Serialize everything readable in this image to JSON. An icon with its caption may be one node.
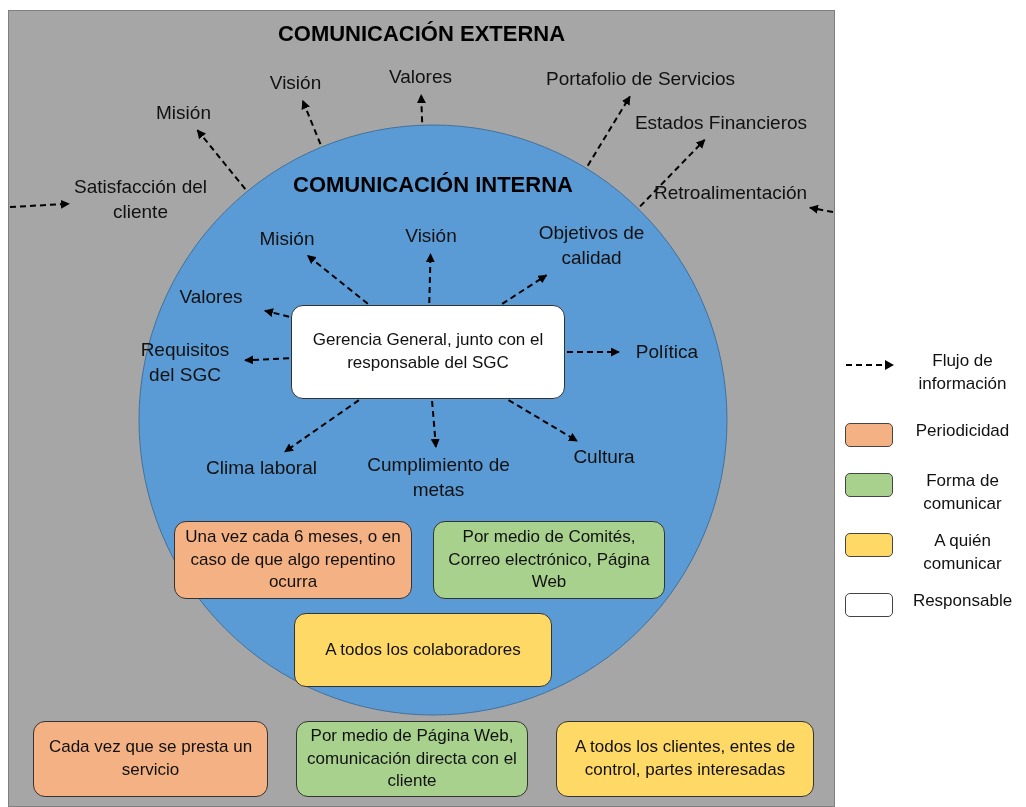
{
  "diagram": {
    "nodes": [
      {
        "text": [
          "COMUNICACIÓN EXTERNA"
        ]
      },
      {
        "text": [
          "COMUNICACIÓN INTERNA"
        ],
        "in": 0
      },
      {
        "text": [
          "Gerencia General, junto con el responsable del SGC"
        ],
        "in": 1
      },
      {
        "text": [
          "Misión"
        ],
        "in": 1
      },
      {
        "text": [
          "Visión"
        ],
        "in": 1
      },
      {
        "text": [
          "Objetivos de calidad"
        ],
        "in": 1
      },
      {
        "text": [
          "Valores"
        ],
        "in": 1
      },
      {
        "text": [
          "Requisitos del SGC"
        ],
        "in": 1
      },
      {
        "text": [
          "Política"
        ],
        "in": 1
      },
      {
        "text": [
          "Clima laboral"
        ],
        "in": 1
      },
      {
        "text": [
          "Cumplimiento de metas"
        ],
        "in": 1
      },
      {
        "text": [
          "Cultura"
        ],
        "in": 1
      },
      {
        "text": [
          "Una vez cada 6 meses, o en caso de que algo repentino ocurra"
        ],
        "in": 1
      },
      {
        "text": [
          "Por medio de Comités, Correo electrónico, Página Web"
        ],
        "in": 1
      },
      {
        "text": [
          "A todos los colaboradores"
        ],
        "in": 1
      },
      {
        "text": [
          "Satisfacción del cliente"
        ],
        "in": 0
      },
      {
        "text": [
          "Misión"
        ],
        "in": 0
      },
      {
        "text": [
          "Visión"
        ],
        "in": 0
      },
      {
        "text": [
          "Valores"
        ],
        "in": 0
      },
      {
        "text": [
          "Portafolio de Servicios"
        ],
        "in": 0
      },
      {
        "text": [
          "Estados Financieros"
        ],
        "in": 0
      },
      {
        "text": [
          "Retroalimentación"
        ],
        "in": 0
      },
      {
        "text": [
          "Cada vez que se presta un servicio"
        ],
        "in": 0
      },
      {
        "text": [
          "Por medio de Página Web, comunicación directa con el cliente"
        ],
        "in": 0
      },
      {
        "text": [
          "A todos los clientes, entes de control, partes interesadas"
        ],
        "in": 0
      }
    ],
    "edges": [
      {
        "from": 2,
        "to": 3,
        "arrow": "to"
      },
      {
        "from": 2,
        "to": 4,
        "arrow": "to"
      },
      {
        "from": 2,
        "to": 5,
        "arrow": "to"
      },
      {
        "from": 2,
        "to": 6,
        "arrow": "to"
      },
      {
        "from": 2,
        "to": 7,
        "arrow": "to"
      },
      {
        "from": 2,
        "to": 8,
        "arrow": "to"
      },
      {
        "from": 2,
        "to": 9,
        "arrow": "to"
      },
      {
        "from": 2,
        "to": 10,
        "arrow": "to"
      },
      {
        "from": 2,
        "to": 11,
        "arrow": "to"
      },
      {
        "from": 1,
        "to": 16,
        "arrow": "to"
      },
      {
        "from": 1,
        "to": 17,
        "arrow": "to"
      },
      {
        "from": 1,
        "to": 18,
        "arrow": "to"
      },
      {
        "from": 1,
        "to": 19,
        "arrow": "to"
      },
      {
        "from": 1,
        "to": 20,
        "arrow": "to"
      },
      {
        "from": null,
        "to": 15,
        "arrow": "to"
      },
      {
        "from": null,
        "to": 21,
        "arrow": "to"
      }
    ],
    "legend": [
      {
        "text": "Flujo de información"
      },
      {
        "text": "Periodicidad",
        "color": "#f4b183"
      },
      {
        "text": "Forma de comunicar",
        "color": "#a9d18e"
      },
      {
        "text": "A quién comunicar",
        "color": "#ffd966"
      },
      {
        "text": "Responsable",
        "color": "#ffffff"
      }
    ]
  }
}
